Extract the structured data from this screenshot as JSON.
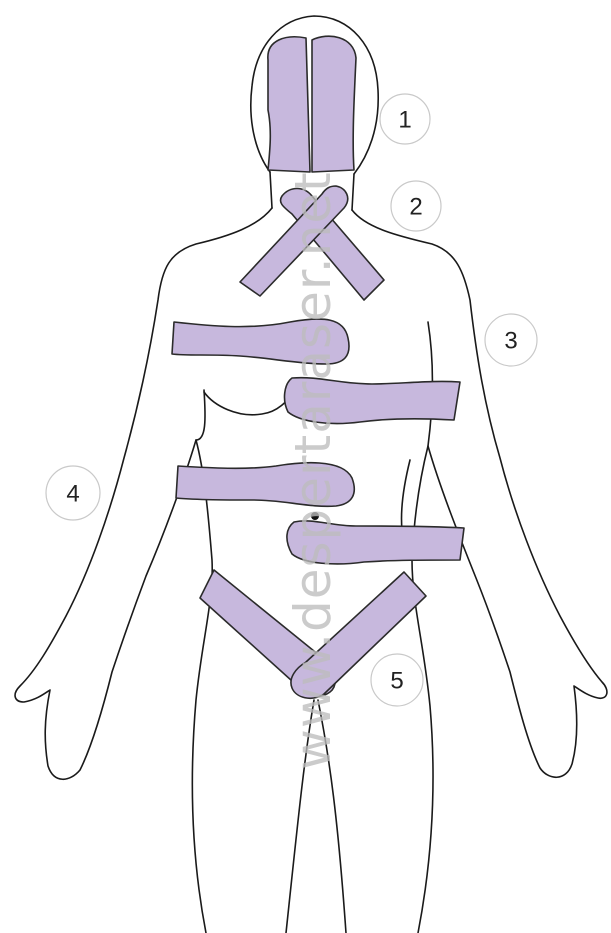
{
  "diagram": {
    "watermark": "www.despertaraser.net",
    "positions": [
      {
        "number": "1",
        "body_area": "head"
      },
      {
        "number": "2",
        "body_area": "throat"
      },
      {
        "number": "3",
        "body_area": "chest"
      },
      {
        "number": "4",
        "body_area": "abdomen"
      },
      {
        "number": "5",
        "body_area": "pelvis"
      }
    ]
  },
  "colors": {
    "hand_fill": "#c7b8dd",
    "outline": "#1a1a1a",
    "badge_border": "#c9c9c9",
    "watermark": "#bdbdbd"
  }
}
